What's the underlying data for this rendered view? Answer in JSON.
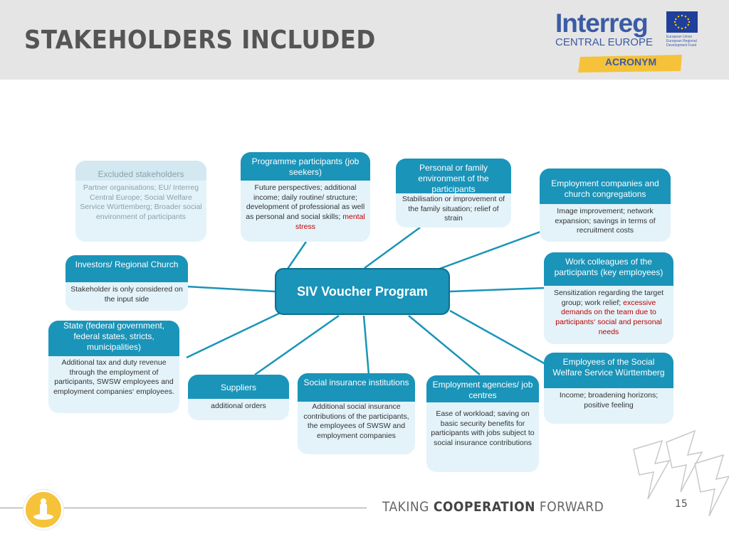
{
  "page": {
    "title": "STAKEHOLDERS INCLUDED",
    "page_number": "15"
  },
  "logo": {
    "wordmark": "Interreg",
    "subtitle": "CENTRAL EUROPE",
    "eu_text": "European Union European Regional Development Fund",
    "acronym": "ACRONYM"
  },
  "footer": {
    "tagline_a": "TAKING ",
    "tagline_b": "COOPERATION",
    "tagline_c": " FORWARD"
  },
  "center": {
    "label": "SIV Voucher Program"
  },
  "nodes": {
    "excluded": {
      "title": "Excluded stakeholders",
      "body": "Partner organisations; EU/ Interreg Central Europe; Social Welfare Service Württemberg; Broader social environment of participants"
    },
    "participants": {
      "title": "Programme participants (job seekers)",
      "body": "Future perspectives; additional income; daily routine/ structure; development of professional as well as personal and social skills; ",
      "body_red": "mental stress"
    },
    "family": {
      "title": "Personal or family environment of the participants",
      "body": "Stabilisation or improvement of the family situation; relief of strain"
    },
    "employment_companies": {
      "title": "Employment companies and church congregations",
      "body": "Image improvement; network expansion; savings in terms of recruitment costs"
    },
    "investors": {
      "title": "Investors/ Regional Church",
      "body": "Stakeholder is only considered on the input side"
    },
    "colleagues": {
      "title": "Work colleagues of the participants (key employees)",
      "body": "Sensitization regarding the target group; work relief; ",
      "body_red": "excessive demands on the team due to participants‘ social and personal needs"
    },
    "state": {
      "title": "State (federal government, federal states, stricts, municipalities)",
      "body": "Additional tax and duty revenue through the employment of participants, SWSW employees and employment companies‘ employees."
    },
    "suppliers": {
      "title": "Suppliers",
      "body": "additional orders"
    },
    "social_insurance": {
      "title": "Social insurance institutions",
      "body": "Additional social insurance contributions of the participants, the employees of SWSW and employment companies"
    },
    "agencies": {
      "title": "Employment agencies/ job centres",
      "body": "Ease of workload; saving on basic security benefits for participants with jobs subject to social insurance contributions"
    },
    "sws_employees": {
      "title": "Employees of the Social Welfare Service Württemberg",
      "body": "Income; broadening horizons; positive feeling"
    }
  },
  "colors": {
    "header_bg": "#e5e5e5",
    "node_header": "#1a94b9",
    "node_body": "#e3f3f9",
    "highlight_red": "#c00000",
    "brand_blue": "#3b5ba5",
    "brand_yellow": "#f5c23a"
  }
}
